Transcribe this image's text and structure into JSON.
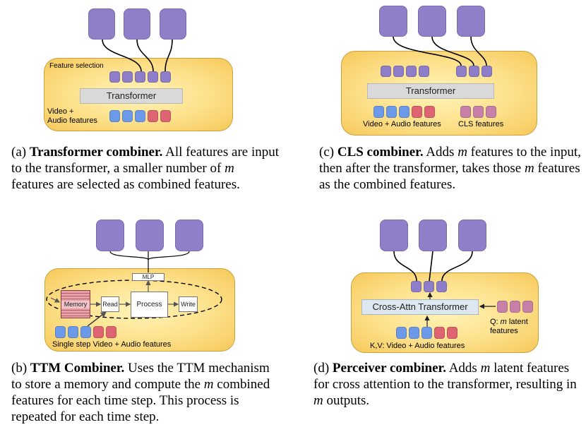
{
  "panel_a": {
    "feature_selection": "Feature selection",
    "transformer": "Transformer",
    "input_label_line1": "Video +",
    "input_label_line2": "Audio features"
  },
  "panel_c": {
    "transformer": "Transformer",
    "input_label": "Video + Audio features",
    "cls_label": "CLS features"
  },
  "panel_b": {
    "mlp": "MLP",
    "memory": "Memory",
    "read": "Read",
    "process": "Process",
    "write": "Write",
    "input_label": "Single step Video + Audio features"
  },
  "panel_d": {
    "cross_attn": "Cross-Attn Transformer",
    "q_label_line1": "Q: m latent",
    "q_label_line2": "features",
    "kv_label": "K,V: Video + Audio features"
  },
  "captions": {
    "a_prefix": "(a) ",
    "a_bold": "Transformer combiner.",
    "a_text": " All features are input to the transformer, a smaller number of m features are selected as combined features.",
    "c_prefix": "(c) ",
    "c_bold": "CLS combiner.",
    "c_text": " Adds m features to the input, then after the transformer, takes those m features as the combined features.",
    "b_prefix": "(b) ",
    "b_bold": "TTM Combiner.",
    "b_text": " Uses the TTM mechanism to store a memory and compute the m combined features for each time step. This process is repeated for each time step.",
    "d_prefix": "(d) ",
    "d_bold": "Perceiver combiner.",
    "d_text": " Adds m latent features for cross attention to the transformer, resulting in m outputs."
  }
}
